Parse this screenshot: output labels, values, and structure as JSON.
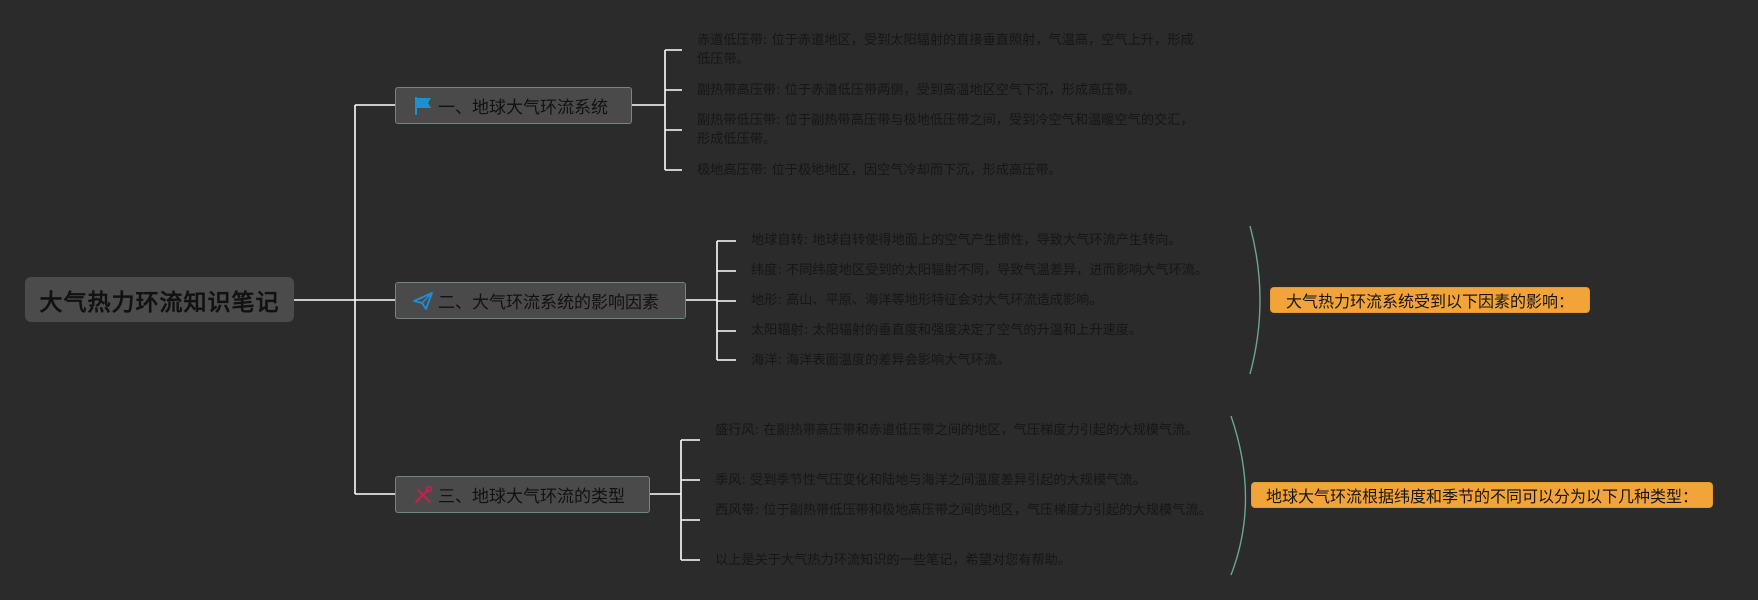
{
  "root": {
    "title": "大气热力环流知识笔记"
  },
  "branches": [
    {
      "label": "一、地球大气环流系统",
      "icon": "flag-icon",
      "color": "#1e8fd6",
      "items": [
        "赤道低压带: 位于赤道地区，受到太阳辐射的直接垂直照射，气温高，空气上升，形成低压带。",
        "副热带高压带: 位于赤道低压带两侧，受到高温地区空气下沉，形成高压带。",
        "副热带低压带: 位于副热带高压带与极地低压带之间，受到冷空气和温暖空气的交汇，形成低压带。",
        "极地高压带: 位于极地地区，因空气冷却而下沉，形成高压带。"
      ]
    },
    {
      "label": "二、大气环流系统的影响因素",
      "icon": "paper-plane-icon",
      "color": "#1e8fd6",
      "items": [
        "地球自转: 地球自转使得地面上的空气产生惯性，导致大气环流产生转向。",
        "纬度: 不同纬度地区受到的太阳辐射不同，导致气温差异，进而影响大气环流。",
        "地形: 高山、平原、海洋等地形特征会对大气环流造成影响。",
        "太阳辐射: 太阳辐射的垂直度和强度决定了空气的升温和上升速度。",
        "海洋: 海洋表面温度的差异会影响大气环流。"
      ],
      "summary": "大气热力环流系统受到以下因素的影响："
    },
    {
      "label": "三、地球大气环流的类型",
      "icon": "tools-icon",
      "color": "#c0234e",
      "items": [
        "盛行风: 在副热带高压带和赤道低压带之间的地区，气压梯度力引起的大规模气流。",
        "季风: 受到季节性气压变化和陆地与海洋之间温度差异引起的大规模气流。",
        "西风带: 位于副热带低压带和极地高压带之间的地区，气压梯度力引起的大规模气流。",
        "以上是关于大气热力环流知识的一些笔记，希望对您有帮助。"
      ],
      "summary": "地球大气环流根据纬度和季节的不同可以分为以下几种类型："
    }
  ],
  "colors": {
    "background": "#2b2b2b",
    "connector": "#ffffff",
    "summary_bracket": "#6aa59a",
    "summary_fill": "#f2a43a"
  }
}
